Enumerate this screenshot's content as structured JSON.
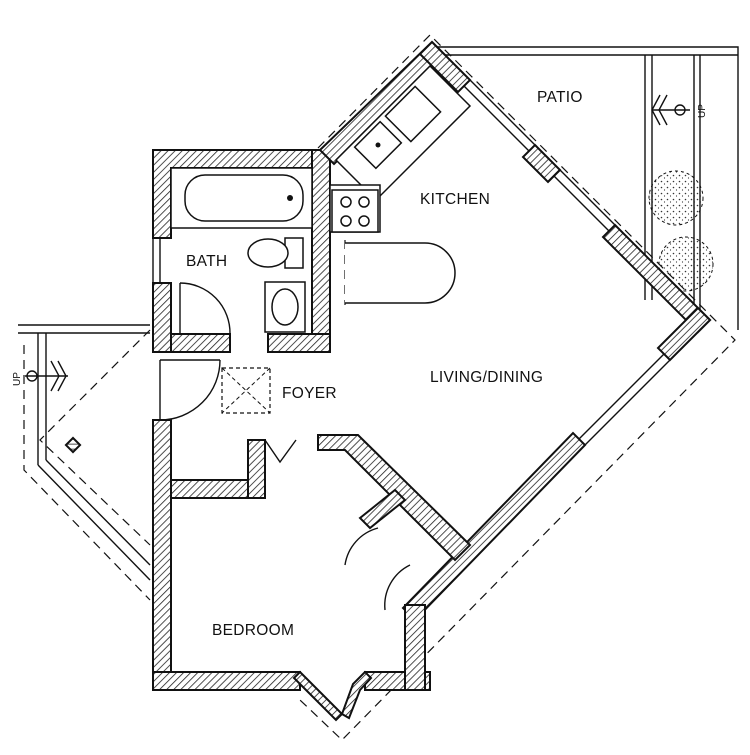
{
  "rooms": {
    "patio": "PATIO",
    "kitchen": "KITCHEN",
    "bath": "BATH",
    "foyer": "FOYER",
    "living_dining": "LIVING/DINING",
    "bedroom": "BEDROOM"
  },
  "stair_labels": {
    "patio_up": "UP",
    "entry_up": "UP"
  }
}
